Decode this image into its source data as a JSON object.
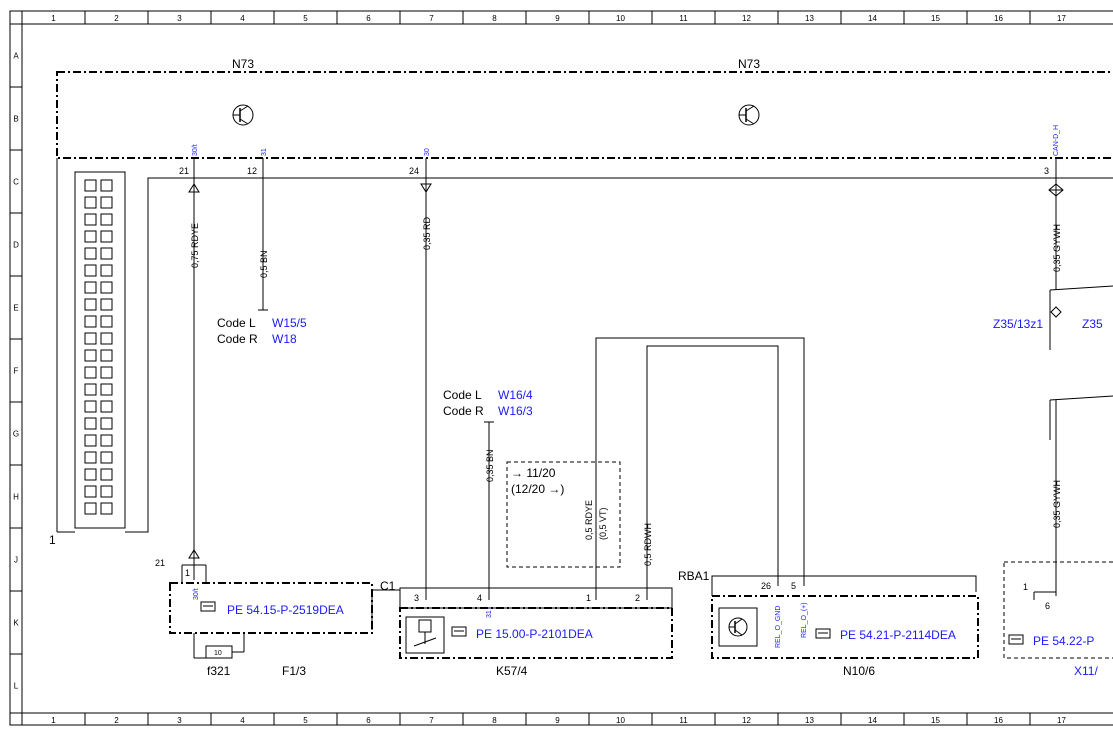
{
  "grid": {
    "columns": [
      "1",
      "2",
      "3",
      "4",
      "5",
      "6",
      "7",
      "8",
      "9",
      "10",
      "11",
      "12",
      "13",
      "14",
      "15",
      "16",
      "17"
    ],
    "rows": [
      "A",
      "B",
      "C",
      "D",
      "E",
      "F",
      "G",
      "H",
      "J",
      "K",
      "L"
    ]
  },
  "modules": {
    "n73_left": "N73",
    "n73_right": "N73"
  },
  "pins": {
    "p21": "21",
    "p12": "12",
    "p24": "24",
    "p3": "3",
    "p30_1": "30/t",
    "p31_1": "31",
    "p30_2": "30",
    "p_can": "CAN-D_H",
    "connector_1": "1",
    "f_21": "21",
    "f_1": "1",
    "f_30t": "30/t",
    "f_10": "10",
    "k_3": "3",
    "k_4": "4",
    "k_1": "1",
    "k_2": "2",
    "k_31": "31",
    "n_26": "26",
    "n_5": "5",
    "n_gnd": "REL_O_GND",
    "n_plus": "REL_O_(+)",
    "x_1": "1",
    "x_6": "6"
  },
  "wires": {
    "w1": "0,75 RDYE",
    "w2": "0,5 BN",
    "w3": "0,35 RD",
    "w4": "0,35 GYWH",
    "w5": "0,35 BN",
    "w6": "0,5 RDYE",
    "w7": "(0,5 VT)",
    "w8": "0,5 RDWH",
    "w9": "0,35 GYWH"
  },
  "codes": {
    "c1_label": "Code L",
    "c1_ref": "W15/5",
    "c2_label": "Code R",
    "c2_ref": "W18",
    "c3_label": "Code L",
    "c3_ref": "W16/4",
    "c4_label": "Code R",
    "c4_ref": "W16/3"
  },
  "notes": {
    "alt1": "→ 11/20",
    "alt2": "(12/20 →)"
  },
  "refs": {
    "z1": "Z35/13z1",
    "z2": "Z35",
    "rba": "RBA1",
    "c1": "C1",
    "pe1": "PE 54.15-P-2519DEA",
    "pe2": "PE 15.00-P-2101DEA",
    "pe3": "PE 54.21-P-2114DEA",
    "pe4": "PE 54.22-P",
    "f321": "f321",
    "f13": "F1/3",
    "k574": "K57/4",
    "n106": "N10/6",
    "x11": "X11/"
  },
  "colors": {
    "line": "#000000",
    "link": "#1a1aff"
  }
}
